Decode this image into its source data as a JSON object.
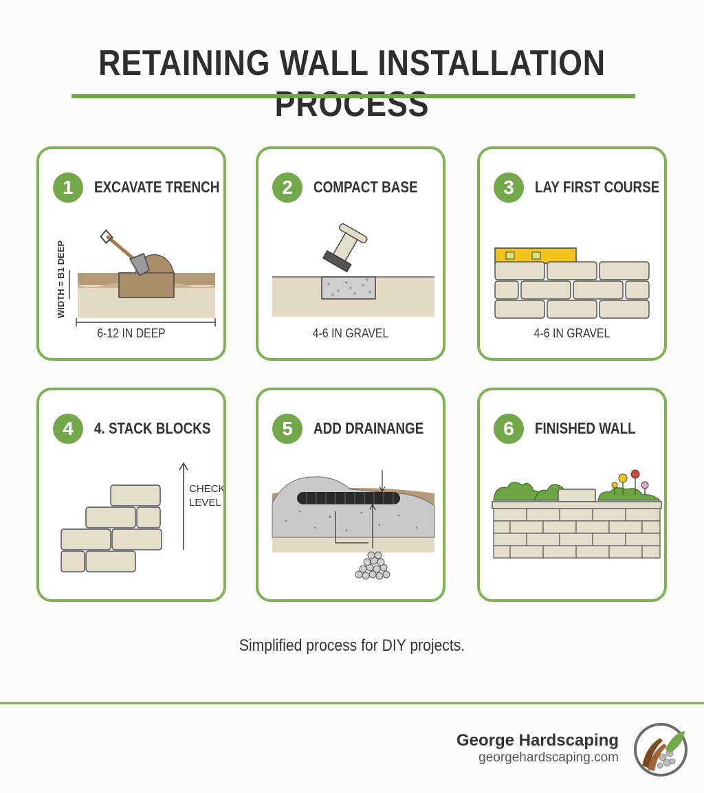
{
  "title": "RETAINING WALL INSTALLATION PROCESS",
  "steps": [
    {
      "number": "1",
      "title": "EXCAVATE TRENCH",
      "caption": "6-12 IN DEEP",
      "side_label": "WIDTH = B1 DEEP"
    },
    {
      "number": "2",
      "title": "COMPACT BASE",
      "caption": "4-6 IN GRAVEL"
    },
    {
      "number": "3",
      "title": "LAY FIRST COURSE",
      "caption": "4-6 IN GRAVEL"
    },
    {
      "number": "4",
      "title": "4. STACK BLOCKS",
      "side_label_1": "CHECK",
      "side_label_2": "LEVEL"
    },
    {
      "number": "5",
      "title": "ADD DRAINANGE"
    },
    {
      "number": "6",
      "title": "FINISHED WALL"
    }
  ],
  "footer_note": "Simplified process for DIY projects.",
  "brand": {
    "name": "George Hardscaping",
    "url": "georgehardscaping.com"
  },
  "colors": {
    "accent": "#72a84a",
    "border": "#7fb157",
    "soil": "#b59a78",
    "block": "#e4ddc9",
    "ground": "#e3d9c4"
  },
  "icons": [
    "shovel-icon",
    "plate-compactor-icon",
    "spirit-level-icon",
    "up-arrow-icon",
    "drain-pipe-icon",
    "gravel-pile-icon",
    "flower-icon",
    "logo-icon"
  ]
}
